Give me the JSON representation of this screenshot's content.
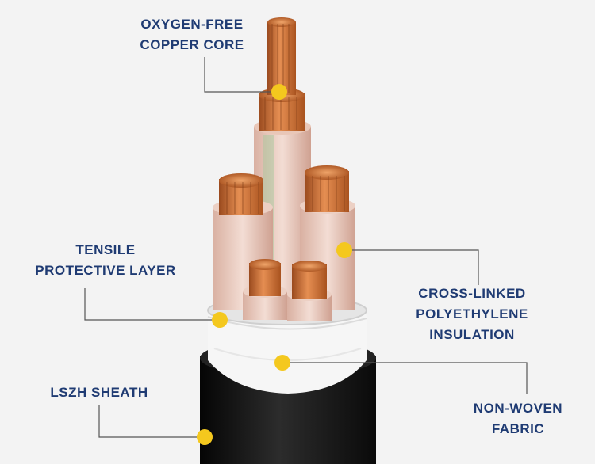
{
  "labels": {
    "copper_core": [
      "OXYGEN-FREE",
      "COPPER CORE"
    ],
    "tensile_layer": [
      "TENSILE",
      "PROTECTIVE LAYER"
    ],
    "xlpe_insulation": [
      "CROSS-LINKED",
      "POLYETHYLENE",
      "INSULATION"
    ],
    "lszh_sheath": [
      "LSZH SHEATH"
    ],
    "non_woven_fabric": [
      "NON-WOVEN",
      "FABRIC"
    ]
  },
  "colors": {
    "label_text": "#1f3b73",
    "marker": "#f4c81e",
    "leader_line": "#555555",
    "copper": "#c8703a",
    "sheath": "#151515",
    "insulation": "#e8c9bd",
    "fabric": "#f4f4f4",
    "background": "#f3f3f3"
  }
}
